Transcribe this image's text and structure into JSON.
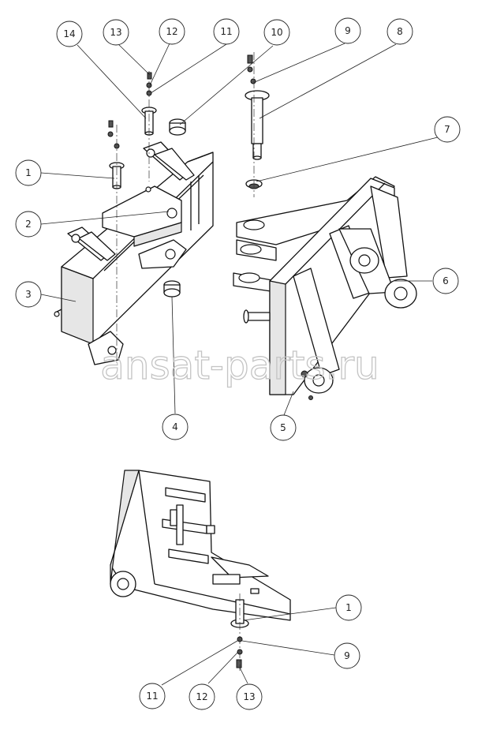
{
  "watermark": "ansat-parts.ru",
  "callouts": [
    {
      "id": "c14a",
      "label": "14"
    },
    {
      "id": "c13a",
      "label": "13"
    },
    {
      "id": "c12a",
      "label": "12"
    },
    {
      "id": "c11a",
      "label": "11"
    },
    {
      "id": "c10",
      "label": "10"
    },
    {
      "id": "c9a",
      "label": "9"
    },
    {
      "id": "c8",
      "label": "8"
    },
    {
      "id": "c7",
      "label": "7"
    },
    {
      "id": "c1a",
      "label": "1"
    },
    {
      "id": "c2",
      "label": "2"
    },
    {
      "id": "c3",
      "label": "3"
    },
    {
      "id": "c6",
      "label": "6"
    },
    {
      "id": "c4",
      "label": "4"
    },
    {
      "id": "c5",
      "label": "5"
    },
    {
      "id": "c1b",
      "label": "1"
    },
    {
      "id": "c9b",
      "label": "9"
    },
    {
      "id": "c11b",
      "label": "11"
    },
    {
      "id": "c12b",
      "label": "12"
    },
    {
      "id": "c13b",
      "label": "13"
    }
  ]
}
